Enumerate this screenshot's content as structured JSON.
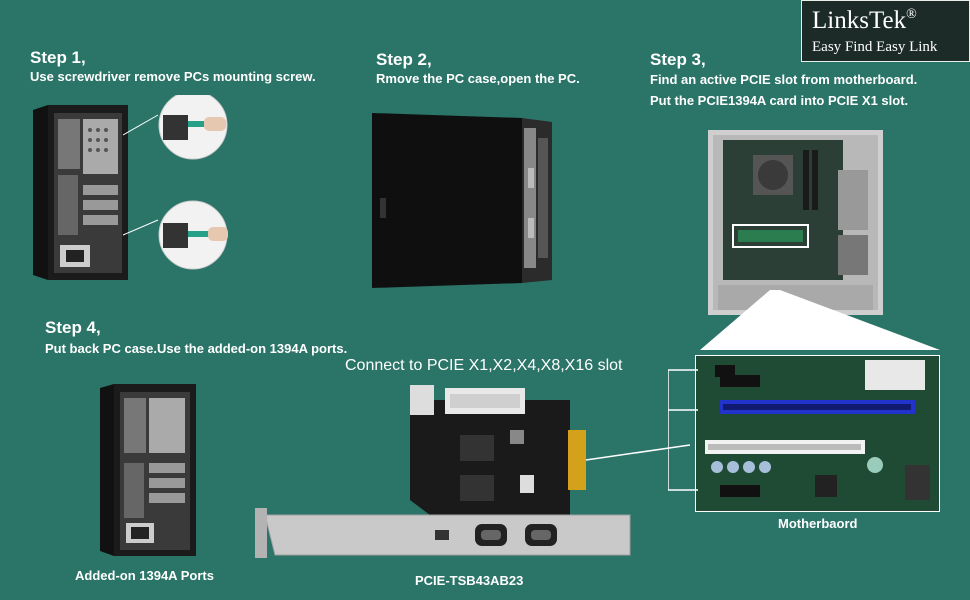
{
  "brand": {
    "name": "LinksTek",
    "reg": "®",
    "tagline": "Easy Find Easy Link"
  },
  "steps": [
    {
      "title": "Step 1,",
      "lines": [
        "Use screwdriver remove PCs mounting screw."
      ]
    },
    {
      "title": "Step 2,",
      "lines": [
        "Rmove the PC case,open the PC."
      ]
    },
    {
      "title": "Step 3,",
      "lines": [
        "Find an active PCIE slot from motherboard.",
        "Put the PCIE1394A card into PCIE X1 slot."
      ]
    },
    {
      "title": "Step 4,",
      "lines": [
        "Put back PC case.Use the added-on 1394A ports."
      ]
    }
  ],
  "connect_label": "Connect to PCIE X1,X2,X4,X8,X16 slot",
  "captions": {
    "ports": "Added-on 1394A Ports",
    "card": "PCIE-TSB43AB23",
    "motherboard": "Motherbaord"
  },
  "colors": {
    "background": "#2a7468",
    "brand_box": "#1c2b28",
    "pcie_slot_blue": "#2233cc",
    "pcb": "#1a1a1a"
  }
}
